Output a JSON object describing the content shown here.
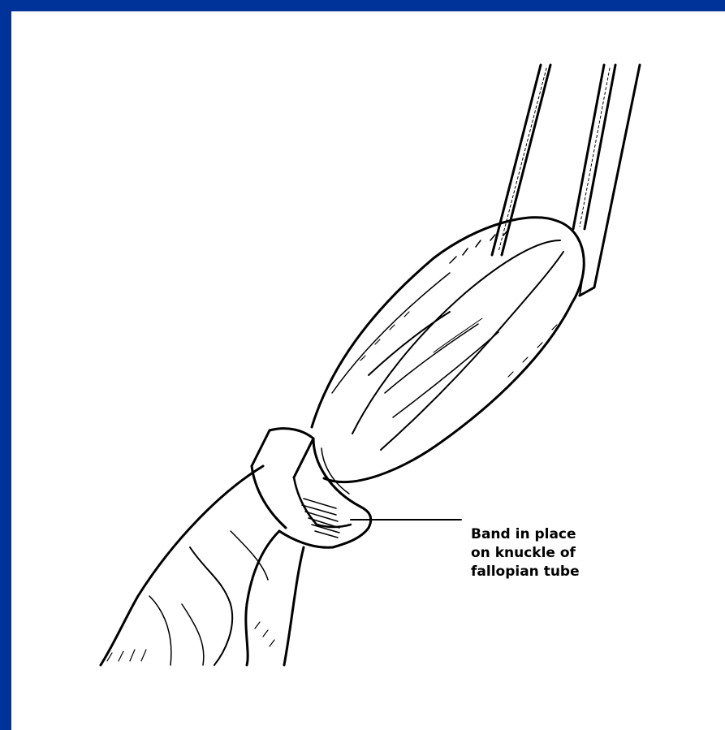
{
  "colors": {
    "border": "#003399",
    "background": "#ffffff",
    "ink": "#000000"
  },
  "annotation": {
    "line1": "Band in place",
    "line2": "on knuckle of",
    "line3": "fallopian tube"
  }
}
